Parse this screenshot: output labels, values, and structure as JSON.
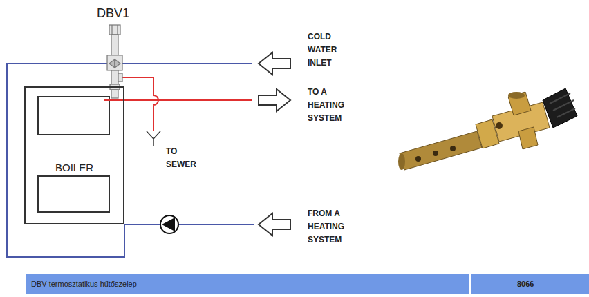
{
  "diagram": {
    "nodes": [
      {
        "text": [
          "BOILER"
        ]
      }
    ],
    "labels": [
      "DBV1",
      "COLD WATER INLET",
      "TO A HEATING SYSTEM",
      "TO SEWER",
      "FROM A HEATING SYSTEM",
      "DBV termosztatikus hűtőszelep",
      "8066"
    ]
  }
}
